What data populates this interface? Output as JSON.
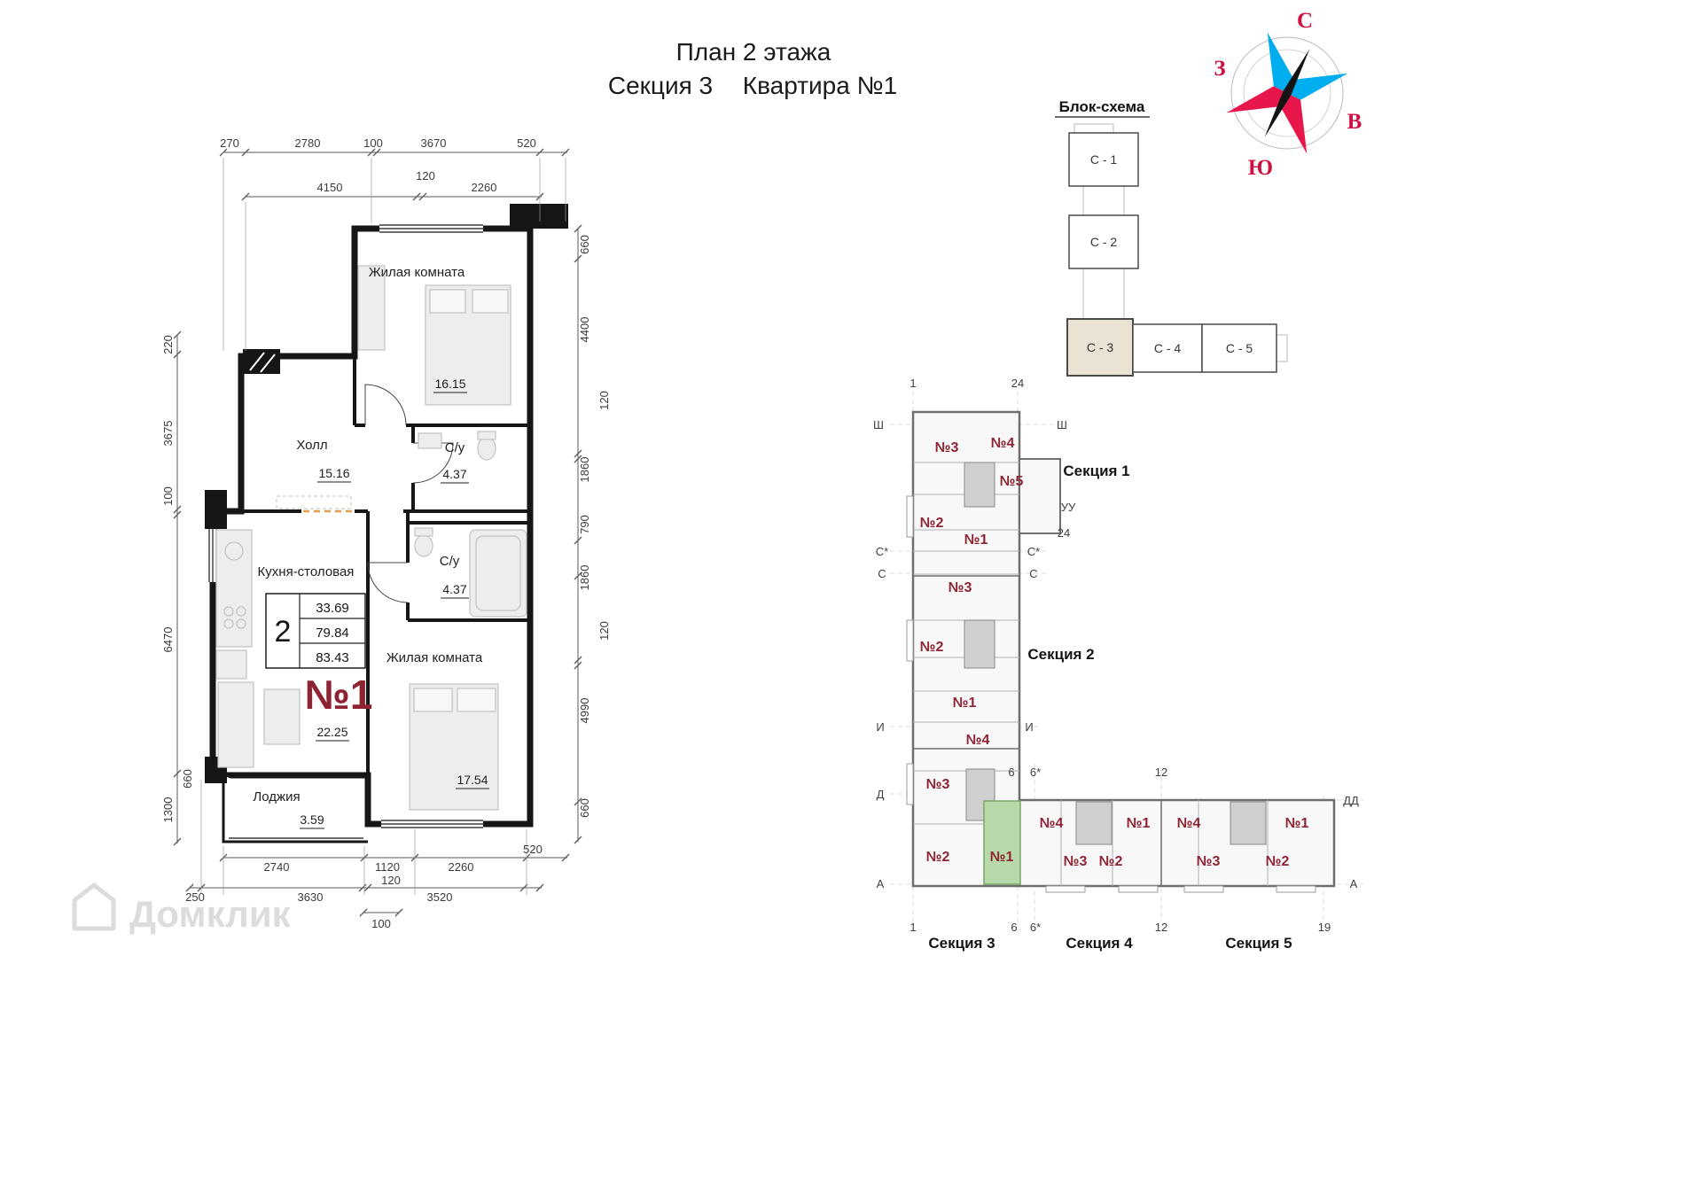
{
  "page": {
    "title_line1": "План 2 этажа",
    "title_section": "Секция 3",
    "title_apartment": "Квартира №1"
  },
  "apartment": {
    "number": "№1",
    "rooms": {
      "bedroom1": {
        "name": "Жилая комната",
        "area": "16.15"
      },
      "hall": {
        "name": "Холл",
        "area": "15.16"
      },
      "bath1": {
        "name": "С/у",
        "area": "4.37"
      },
      "bath2": {
        "name": "С/у",
        "area": "4.37"
      },
      "kitchen": {
        "name": "Кухня-столовая",
        "area": "22.25"
      },
      "bedroom2": {
        "name": "Жилая комната",
        "area": "17.54"
      },
      "loggia": {
        "name": "Лоджия",
        "area": "3.59"
      }
    },
    "summary": {
      "rooms_count": "2",
      "living_area": "33.69",
      "area_no_loggia": "79.84",
      "total_area": "83.43"
    }
  },
  "dimensions": {
    "top1": [
      "270",
      "2780",
      "100",
      "3670",
      "520"
    ],
    "top2": [
      "4150",
      "120",
      "2260"
    ],
    "left": [
      "220",
      "3675",
      "100",
      "6470",
      "660",
      "1300"
    ],
    "right": [
      "660",
      "4400",
      "120",
      "1860",
      "790",
      "1860",
      "120",
      "4990",
      "660"
    ],
    "bottom1": [
      "2740",
      "1120",
      "2260",
      "520"
    ],
    "bottom2": [
      "250",
      "3630",
      "120",
      "3520"
    ],
    "bottom3": [
      "100"
    ]
  },
  "compass": {
    "north": "С",
    "east": "В",
    "south": "Ю",
    "west": "З"
  },
  "block_scheme": {
    "title": "Блок-схема",
    "c1": "С - 1",
    "c2": "С - 2",
    "c3": "С - 3",
    "c4": "С - 4",
    "c5": "С - 5"
  },
  "building": {
    "sections": {
      "s1": "Секция 1",
      "s2": "Секция 2",
      "s3": "Секция 3",
      "s4": "Секция 4",
      "s5": "Секция 5"
    },
    "apartments": {
      "s1": [
        "№3",
        "№4",
        "№5",
        "№2",
        "№1"
      ],
      "s2": [
        "№3",
        "№2",
        "№1",
        "№4"
      ],
      "s3": [
        "№3",
        "№2",
        "№1"
      ],
      "s4": [
        "№4",
        "№1",
        "№3",
        "№2"
      ],
      "s5": [
        "№4",
        "№1",
        "№3",
        "№2"
      ]
    },
    "axes": {
      "sh": "Ш",
      "s_star": "С*",
      "s": "С",
      "i": "И",
      "d": "Д",
      "a": "А",
      "uu": "УУ",
      "dd": "ДД",
      "n1": "1",
      "n24": "24",
      "n6": "6",
      "n6s": "6*",
      "n12": "12",
      "n19": "19"
    }
  },
  "watermark": "Домклик",
  "colors": {
    "apartment_red": "#8e2433",
    "highlight_green": "#b7d9a9",
    "scheme_highlight": "#eae2d3",
    "compass_blue": "#00aeef",
    "compass_red": "#e8174b"
  }
}
